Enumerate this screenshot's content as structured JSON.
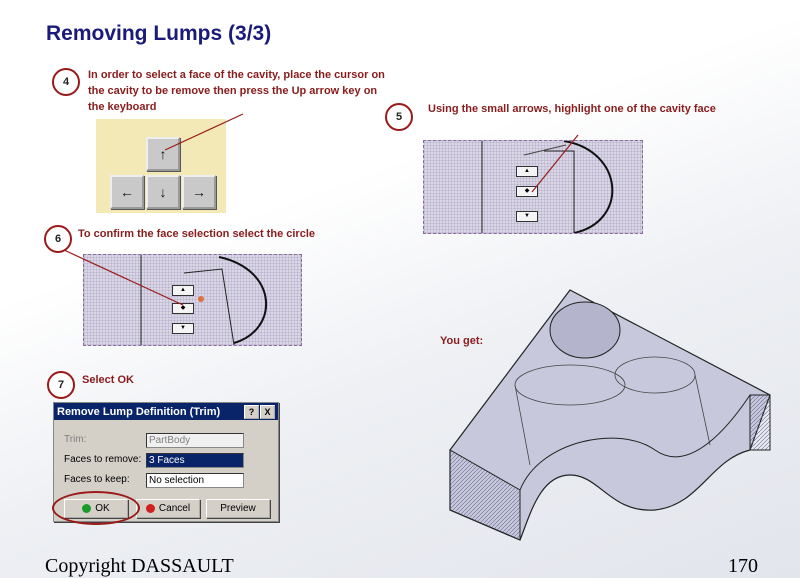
{
  "title": "Removing Lumps (3/3)",
  "steps": {
    "s4": {
      "num": "4",
      "text": "In order to select a face of the cavity, place the cursor on the cavity to be remove then press the Up arrow key on the keyboard"
    },
    "s5": {
      "num": "5",
      "text": "Using the small arrows, highlight one of the cavity face"
    },
    "s6": {
      "num": "6",
      "text": "To confirm the face selection select the circle"
    },
    "s7": {
      "num": "7",
      "text": "Select OK"
    }
  },
  "keys": {
    "up": "↑",
    "left": "←",
    "down": "↓",
    "right": "→"
  },
  "result_label": "You get:",
  "dialog": {
    "title": "Remove Lump Definition (Trim)",
    "help_btn": "?",
    "close_btn": "X",
    "trim_label": "Trim:",
    "trim_value": "PartBody",
    "remove_label": "Faces to remove:",
    "remove_value": "3 Faces",
    "keep_label": "Faces to keep:",
    "keep_value": "No selection",
    "ok": "OK",
    "cancel": "Cancel",
    "preview": "Preview"
  },
  "footer": {
    "copyright": "Copyright DASSAULT",
    "page": "170"
  },
  "colors": {
    "title": "#1a1a7a",
    "note": "#8a1c1c",
    "dialog_title": "#0a246a"
  }
}
